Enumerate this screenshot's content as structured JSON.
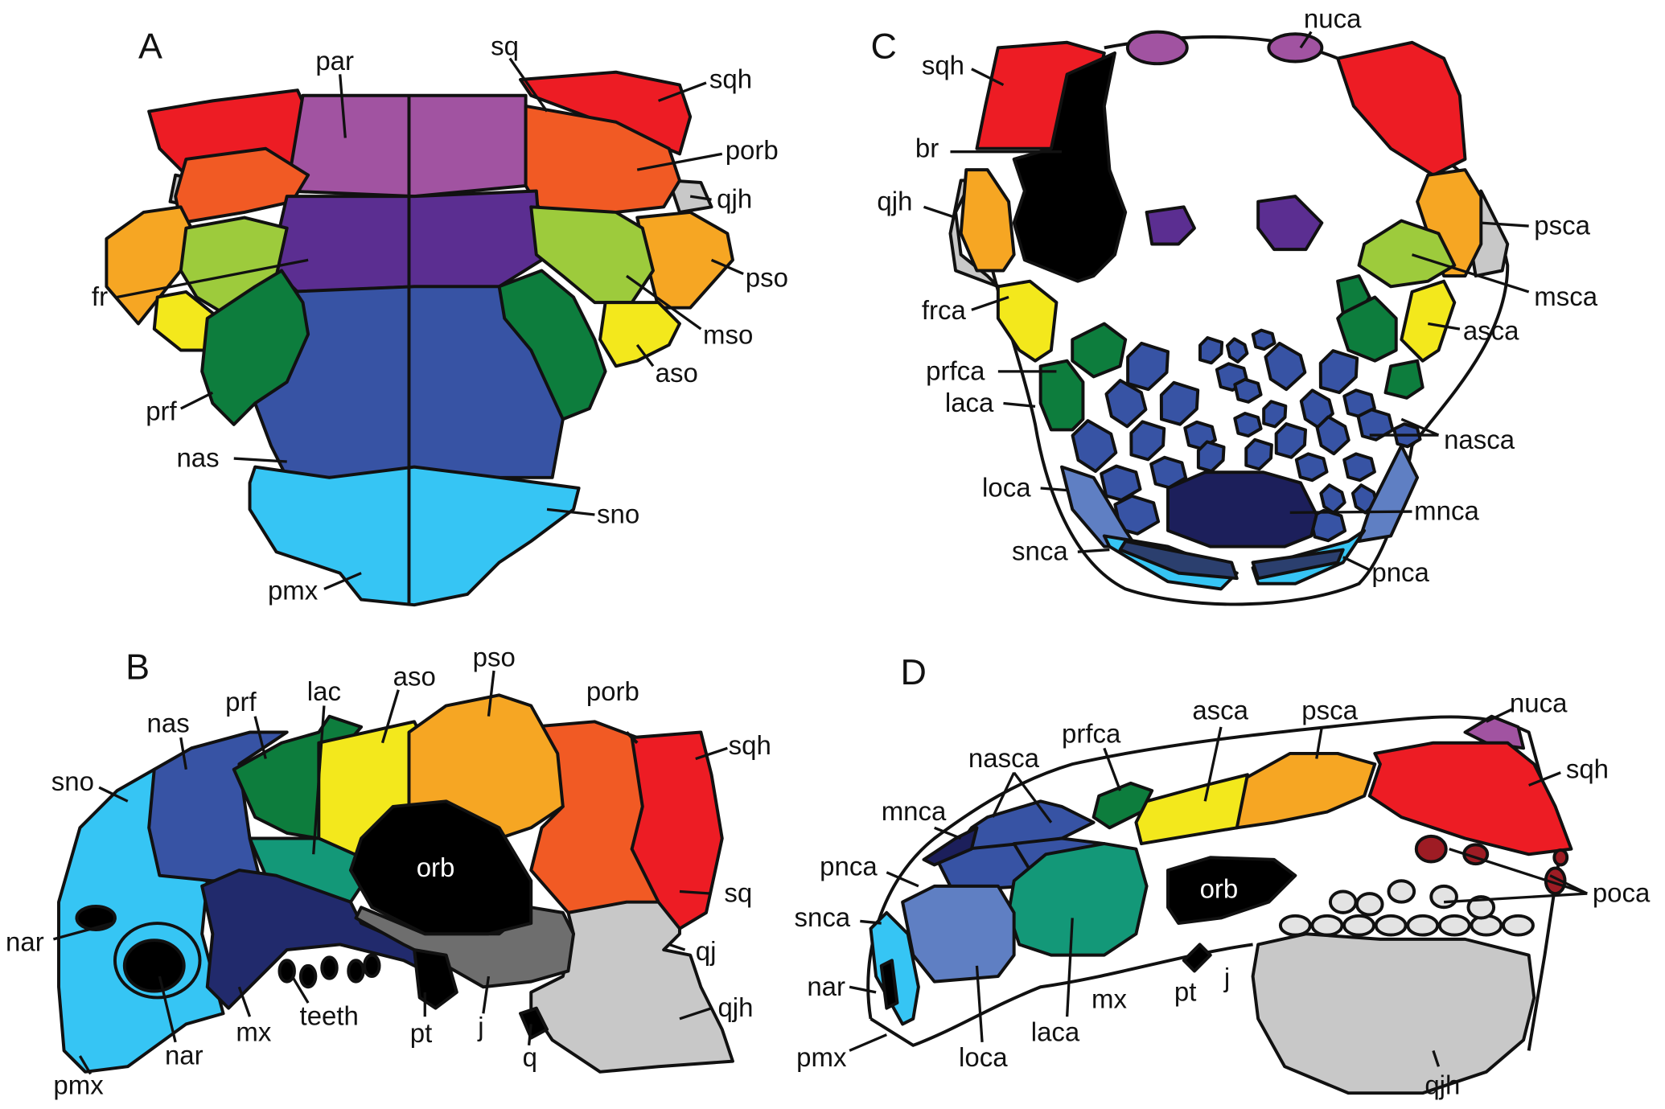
{
  "colors": {
    "red": "#ed1c24",
    "orange_red": "#f15a24",
    "orange": "#f6a623",
    "light_green": "#9dcb3c",
    "yellow": "#f3e81c",
    "dark_green": "#0d7d3d",
    "blue": "#3753a4",
    "purple": "#a153a1",
    "dark_purple": "#5b2e91",
    "light_blue": "#36c5f4",
    "teal": "#139878",
    "navy": "#212a6c",
    "gray": "#c8c8c8",
    "dark_gray": "#6e6e6e",
    "mnca_navy": "#1c1f5b",
    "loca_blue": "#5f7fc3",
    "poca_red": "#9e1c24",
    "light_gray": "#e3e3e3",
    "black": "#000000"
  },
  "panels": {
    "A": {
      "letter": "A",
      "labels": [
        "par",
        "sq",
        "sqh",
        "porb",
        "qjh",
        "pso",
        "mso",
        "aso",
        "fr",
        "prf",
        "nas",
        "sno",
        "pmx"
      ]
    },
    "B": {
      "letter": "B",
      "labels": [
        "nas",
        "prf",
        "lac",
        "aso",
        "pso",
        "porb",
        "sqh",
        "sno",
        "orb",
        "sq",
        "qj",
        "qjh",
        "nar",
        "nar",
        "mx",
        "teeth",
        "pt",
        "j",
        "q",
        "pmx"
      ]
    },
    "C": {
      "letter": "C",
      "labels": [
        "nuca",
        "sqh",
        "br",
        "qjh",
        "psca",
        "msca",
        "asca",
        "frca",
        "prfca",
        "laca",
        "nasca",
        "loca",
        "mnca",
        "snca",
        "pnca"
      ]
    },
    "D": {
      "letter": "D",
      "labels": [
        "nuca",
        "sqh",
        "psca",
        "asca",
        "prfca",
        "nasca",
        "mnca",
        "pnca",
        "snca",
        "orb",
        "poca",
        "nar",
        "pt",
        "j",
        "mx",
        "laca",
        "loca",
        "pmx",
        "qjh"
      ]
    }
  }
}
